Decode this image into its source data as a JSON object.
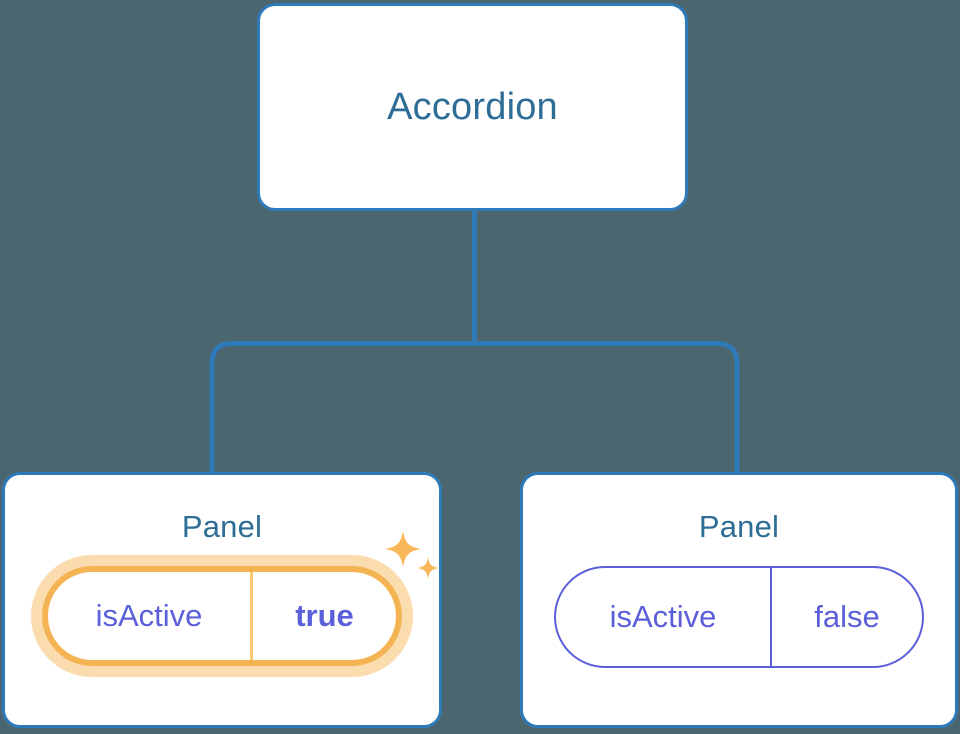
{
  "diagram": {
    "type": "component-tree",
    "background_color": "#4C6670",
    "connector_color": "#2E7AB8",
    "node_border_color": "#2E7AB8",
    "node_title_color": "#2E6E96",
    "prop_text_color": "#5B5FD9",
    "highlight_border_color": "#F5B454",
    "highlight_glow_color": "#FBDCAE",
    "highlight_divider_color": "#FBC86B",
    "sparkle_color": "#F9B95A"
  },
  "root": {
    "title": "Accordion"
  },
  "panels": [
    {
      "title": "Panel",
      "prop": {
        "key": "isActive",
        "value": "true",
        "highlighted": true,
        "value_bold": true
      },
      "sparkles": {
        "large_icon": "sparkle-star-icon",
        "small_icon": "sparkle-star-small-icon"
      }
    },
    {
      "title": "Panel",
      "prop": {
        "key": "isActive",
        "value": "false",
        "highlighted": false,
        "value_bold": false
      }
    }
  ]
}
